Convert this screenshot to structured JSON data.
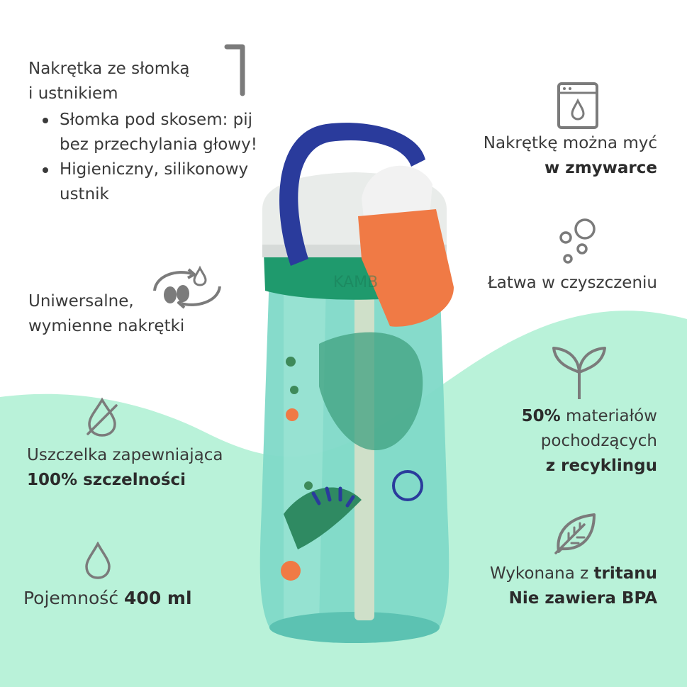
{
  "colors": {
    "mint": "#b9f2d9",
    "text": "#3a3a3a",
    "icon": "#7b7b7b",
    "bottle_teal": "#6fd2c2",
    "cap_green": "#1f9a6d",
    "handle_blue": "#2a3b9c",
    "spout_orange": "#f07a45"
  },
  "features": {
    "straw_cap": {
      "title_line1": "Nakrętka ze słomką",
      "title_line2": "i ustnikiem",
      "bullets": [
        {
          "line1": "Słomka pod skosem: pij",
          "line2": "bez przechylania głowy!"
        },
        {
          "line1": "Higieniczny, silikonowy",
          "line2": "ustnik"
        }
      ],
      "icon": "straw-icon"
    },
    "dishwasher": {
      "line1": "Nakrętkę można myć",
      "line2_bold": "w zmywarce",
      "icon": "dishwasher-icon"
    },
    "easy_clean": {
      "line1": "Łatwa w czyszczeniu",
      "icon": "bubbles-icon"
    },
    "universal_caps": {
      "line1": "Uniwersalne,",
      "line2": "wymienne nakrętki",
      "icon": "cycle-icon"
    },
    "seal": {
      "line1": "Uszczelka zapewniająca",
      "line2_bold": "100% szczelności",
      "icon": "crossed-drop-icon"
    },
    "recycled": {
      "line1_bold": "50%",
      "line1_rest": " materiałów",
      "line2": "pochodzących",
      "line3_bold": "z recyklingu",
      "icon": "sprout-icon"
    },
    "capacity": {
      "label": "Pojemność ",
      "value_bold": "400 ml",
      "icon": "drop-icon"
    },
    "material": {
      "line1": "Wykonana z ",
      "line1_bold": "tritanu",
      "line2_bold": "Nie zawiera BPA",
      "icon": "leaf-icon"
    }
  },
  "bottle": {
    "brand": "KAMBUKKA",
    "image": "kids-water-bottle-image"
  }
}
